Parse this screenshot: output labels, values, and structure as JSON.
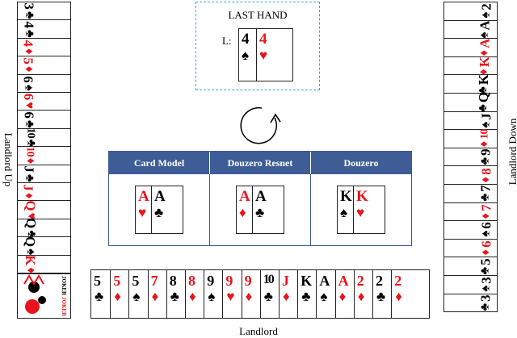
{
  "last_hand": {
    "title": "LAST HAND",
    "player_label": "L:",
    "cards": [
      {
        "rank": "4",
        "suit": "♠",
        "color": "black"
      },
      {
        "rank": "4",
        "suit": "♥",
        "color": "red"
      }
    ]
  },
  "models": {
    "headers": [
      "Card Model",
      "Douzero Resnet",
      "Douzero"
    ],
    "predictions": [
      [
        {
          "rank": "A",
          "suit": "♥",
          "color": "red"
        },
        {
          "rank": "A",
          "suit": "♣",
          "color": "black"
        }
      ],
      [
        {
          "rank": "A",
          "suit": "♦",
          "color": "red"
        },
        {
          "rank": "A",
          "suit": "♣",
          "color": "black"
        }
      ],
      [
        {
          "rank": "K",
          "suit": "♠",
          "color": "black"
        },
        {
          "rank": "K",
          "suit": "♥",
          "color": "red"
        }
      ]
    ]
  },
  "players": {
    "left_label": "Landlord Up",
    "right_label": "Landlord Down",
    "bottom_label": "Landlord"
  },
  "left_hand": [
    {
      "rank": "3",
      "suit": "♣",
      "color": "black"
    },
    {
      "rank": "4",
      "suit": "♣",
      "color": "black"
    },
    {
      "rank": "4",
      "suit": "♦",
      "color": "red"
    },
    {
      "rank": "5",
      "suit": "♦",
      "color": "red"
    },
    {
      "rank": "6",
      "suit": "♠",
      "color": "black"
    },
    {
      "rank": "6",
      "suit": "♥",
      "color": "red"
    },
    {
      "rank": "6",
      "suit": "♣",
      "color": "black"
    },
    {
      "rank": "10",
      "suit": "♣",
      "color": "black"
    },
    {
      "rank": "10",
      "suit": "♦",
      "color": "red"
    },
    {
      "rank": "J",
      "suit": "♣",
      "color": "black"
    },
    {
      "rank": "J",
      "suit": "♦",
      "color": "red"
    },
    {
      "rank": "Q",
      "suit": "♥",
      "color": "red"
    },
    {
      "rank": "Q",
      "suit": "♣",
      "color": "black"
    },
    {
      "rank": "Q",
      "suit": "♠",
      "color": "black"
    },
    {
      "rank": "K",
      "suit": "♦",
      "color": "red"
    }
  ],
  "left_joker": {
    "label": "JOKER"
  },
  "right_hand": [
    {
      "rank": "2",
      "suit": "♠",
      "color": "black"
    },
    {
      "rank": "A",
      "suit": "♠",
      "color": "black"
    },
    {
      "rank": "A",
      "suit": "♦",
      "color": "red"
    },
    {
      "rank": "K",
      "suit": "♦",
      "color": "red"
    },
    {
      "rank": "K",
      "suit": "♣",
      "color": "black"
    },
    {
      "rank": "Q",
      "suit": "♣",
      "color": "black"
    },
    {
      "rank": "J",
      "suit": "♠",
      "color": "black"
    },
    {
      "rank": "10",
      "suit": "♦",
      "color": "red"
    },
    {
      "rank": "9",
      "suit": "♣",
      "color": "black"
    },
    {
      "rank": "8",
      "suit": "♦",
      "color": "red"
    },
    {
      "rank": "7",
      "suit": "♣",
      "color": "black"
    },
    {
      "rank": "7",
      "suit": "♦",
      "color": "red"
    },
    {
      "rank": "6",
      "suit": "♠",
      "color": "black"
    },
    {
      "rank": "6",
      "suit": "♦",
      "color": "red"
    },
    {
      "rank": "5",
      "suit": "♣",
      "color": "black"
    },
    {
      "rank": "3",
      "suit": "♠",
      "color": "black"
    },
    {
      "rank": "3",
      "suit": "♣",
      "color": "black"
    }
  ],
  "bottom_hand": [
    {
      "rank": "5",
      "suit": "♣",
      "color": "black"
    },
    {
      "rank": "5",
      "suit": "♦",
      "color": "red"
    },
    {
      "rank": "5",
      "suit": "♠",
      "color": "black"
    },
    {
      "rank": "7",
      "suit": "♦",
      "color": "red"
    },
    {
      "rank": "8",
      "suit": "♣",
      "color": "black"
    },
    {
      "rank": "8",
      "suit": "♦",
      "color": "red"
    },
    {
      "rank": "9",
      "suit": "♠",
      "color": "black"
    },
    {
      "rank": "9",
      "suit": "♥",
      "color": "red"
    },
    {
      "rank": "9",
      "suit": "♦",
      "color": "red"
    },
    {
      "rank": "10",
      "suit": "♣",
      "color": "black"
    },
    {
      "rank": "J",
      "suit": "♦",
      "color": "red"
    },
    {
      "rank": "K",
      "suit": "♣",
      "color": "black"
    },
    {
      "rank": "A",
      "suit": "♠",
      "color": "black"
    },
    {
      "rank": "A",
      "suit": "♦",
      "color": "red"
    },
    {
      "rank": "2",
      "suit": "♦",
      "color": "red"
    },
    {
      "rank": "2",
      "suit": "♣",
      "color": "black"
    },
    {
      "rank": "2",
      "suit": "♦",
      "color": "red"
    }
  ],
  "colors": {
    "red_suit": "#e8141c",
    "header_blue": "#3e5d97",
    "last_hand_border": "#36a6d6"
  },
  "icons": {
    "turn_indicator": "rotate-arrow-icon"
  }
}
